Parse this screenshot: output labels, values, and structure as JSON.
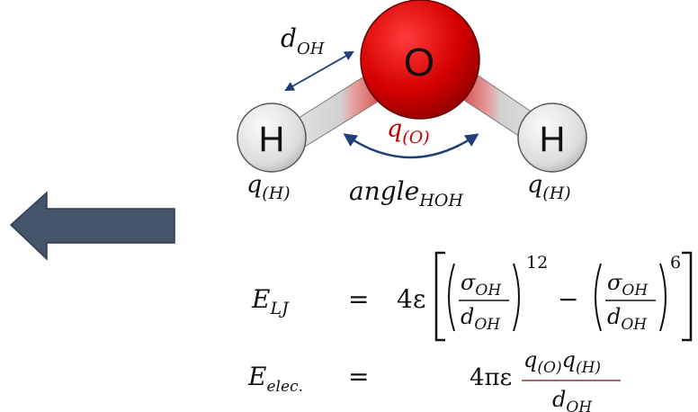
{
  "molecule": {
    "oxygen_label": "O",
    "hydrogen_label": "H",
    "bond_length_label": {
      "main": "d",
      "sub": "OH"
    },
    "angle_label": {
      "main": "angle",
      "sub": "HOH"
    },
    "oxygen_charge_label": {
      "main": "q",
      "sub": "(O)"
    },
    "hydrogen_charge_label": {
      "main": "q",
      "sub": "(H)"
    },
    "colors": {
      "oxygen": "#cc0000",
      "hydrogen": "#d9d9d9",
      "arrow": "#1f3f7a",
      "oxygen_charge_text": "#c00000"
    }
  },
  "arrow": {
    "color": "#44546a",
    "direction": "left"
  },
  "equations": {
    "lj": {
      "lhs_main": "E",
      "lhs_sub": "LJ",
      "equals": "=",
      "prefactor": "4ε",
      "sigma": "σ",
      "sigma_sub": "OH",
      "d": "d",
      "d_sub": "OH",
      "minus": "−",
      "power1": "12",
      "power2": "6"
    },
    "elec": {
      "lhs_main": "E",
      "lhs_sub": "elec.",
      "equals": "=",
      "prefactor": "4πε",
      "num_q1": "q",
      "num_q1_sub": "(O)",
      "num_q2": "q",
      "num_q2_sub": "(H)",
      "den": "d",
      "den_sub": "OH"
    }
  }
}
